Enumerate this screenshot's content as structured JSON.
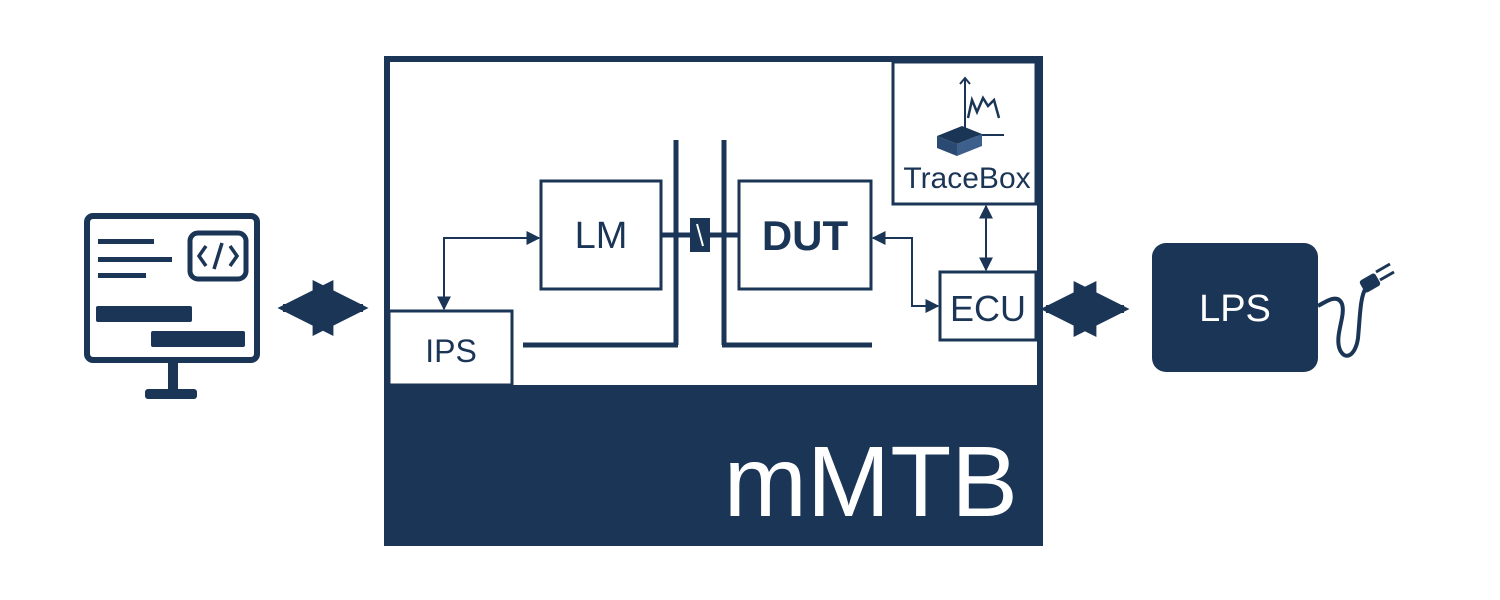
{
  "colors": {
    "navy": "#1b3556",
    "white": "#ffffff"
  },
  "labels": {
    "traceBox": "TraceBox",
    "lm": "LM",
    "dut": "DUT",
    "ips": "IPS",
    "ecu": "ECU",
    "lps": "LPS",
    "system": "mMTB"
  },
  "icons": {
    "computer": "computer-code-monitor-icon",
    "traceBox": "tracebox-device-icon",
    "plug": "power-plug-icon",
    "coupling": "shaft-coupling-icon"
  }
}
